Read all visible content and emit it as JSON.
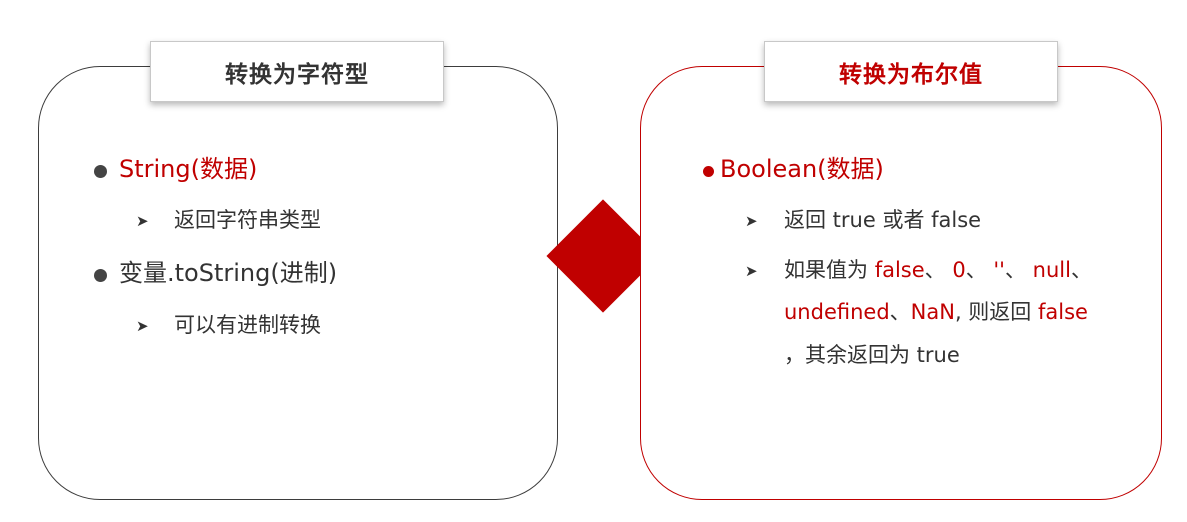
{
  "left_panel": {
    "title": "转换为字符型",
    "items": [
      {
        "bullet_text": "String(数据)",
        "sub_items": [
          "返回字符串类型"
        ]
      },
      {
        "bullet_text": "变量.toString(进制)",
        "sub_items": [
          "可以有进制转换"
        ]
      }
    ]
  },
  "right_panel": {
    "title": "转换为布尔值",
    "bullet_text": "Boolean(数据)",
    "sub_item_1": "返回 true 或者 false",
    "sub_item_2": {
      "prefix": "如果值为 ",
      "v_false": "false",
      "sep1": "、",
      "v_zero": "0",
      "sep2": "、",
      "v_empty": "''",
      "sep3": "、",
      "v_null": "null",
      "sep4": "、",
      "v_undefined": "undefined",
      "sep5": "、",
      "v_nan": "NaN",
      "mid": ", 则返回 ",
      "ret_false": "false",
      "suffix": "，其余返回为 true"
    }
  },
  "colors": {
    "accent_red": "#c00000",
    "text_dark": "#333333",
    "left_border": "#3d3d3d"
  },
  "icons": {
    "bullet_primary": "filled-circle",
    "bullet_secondary": "chevron-right"
  }
}
